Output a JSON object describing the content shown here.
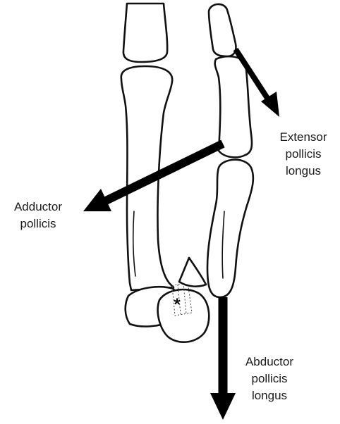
{
  "labels": {
    "extensor_pollicis_longus": "Extensor\npollicis\nlongus",
    "adductor_pollicis": "Adductor\npollicis",
    "abductor_pollicis_longus": "Abductor\npollicis\nlongus"
  },
  "asterisk": "*",
  "colors": {
    "outline": "#111111",
    "arrow": "#000000",
    "background": "#ffffff"
  }
}
